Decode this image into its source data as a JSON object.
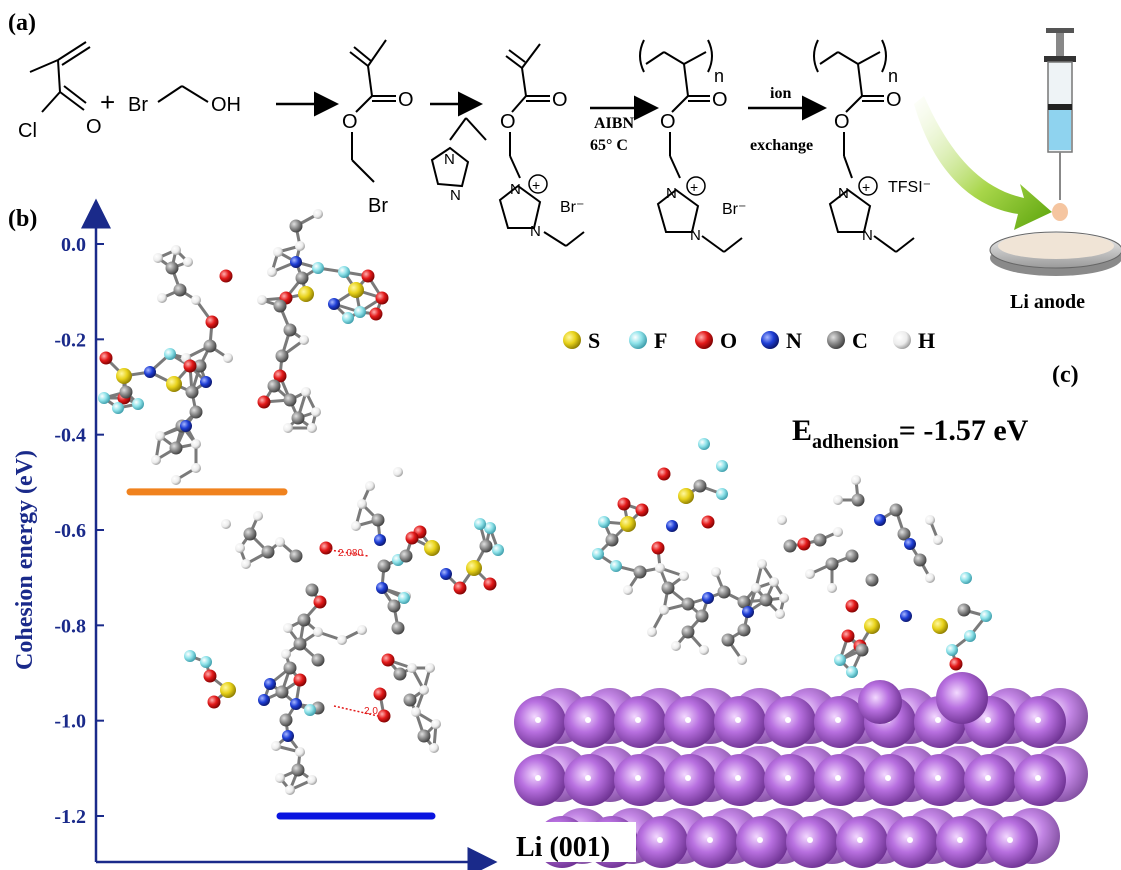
{
  "panels": {
    "a": "(a)",
    "b": "(b)",
    "c": "(c)"
  },
  "scheme": {
    "reagent_cl": "Cl",
    "reagent_o": "O",
    "plus": "+",
    "br": "Br",
    "oh": "OH",
    "n": "N",
    "o": "O",
    "br_minus": "Br⁻",
    "tfsi_minus": "TFSI⁻",
    "sub_n": "n",
    "plus_charge": "+",
    "step3_top": "AIBN",
    "step3_bottom": "65° C",
    "step4_top": "ion",
    "step4_bottom": "exchange",
    "anode_label": "Li anode"
  },
  "legend": [
    {
      "symbol": "S",
      "color": "#e8d21a"
    },
    {
      "symbol": "F",
      "color": "#8fe3ea"
    },
    {
      "symbol": "O",
      "color": "#e31a1a"
    },
    {
      "symbol": "N",
      "color": "#1f3fd6"
    },
    {
      "symbol": "C",
      "color": "#8c8c8c"
    },
    {
      "symbol": "H",
      "color": "#f2f2f2"
    }
  ],
  "chart_data": {
    "type": "energy-level",
    "ylabel": "Cohesion energy (eV)",
    "ylim": [
      -1.3,
      0.1
    ],
    "yticks": [
      0.0,
      -0.2,
      -0.4,
      -0.6,
      -0.8,
      -1.0,
      -1.2
    ],
    "ytick_labels": [
      "0.0",
      "-0.2",
      "-0.4",
      "-0.6",
      "-0.8",
      "-1.0",
      "-1.2"
    ],
    "levels": [
      {
        "value": -0.52,
        "color": "#f0821e"
      },
      {
        "value": -1.2,
        "color": "#0a14e0"
      }
    ],
    "bond_labels": [
      "2.080",
      "2.0"
    ]
  },
  "adhesion": {
    "prefix": "E",
    "sub": "adhension",
    "value": "= -1.57 eV"
  },
  "surface_label": "Li (001)"
}
